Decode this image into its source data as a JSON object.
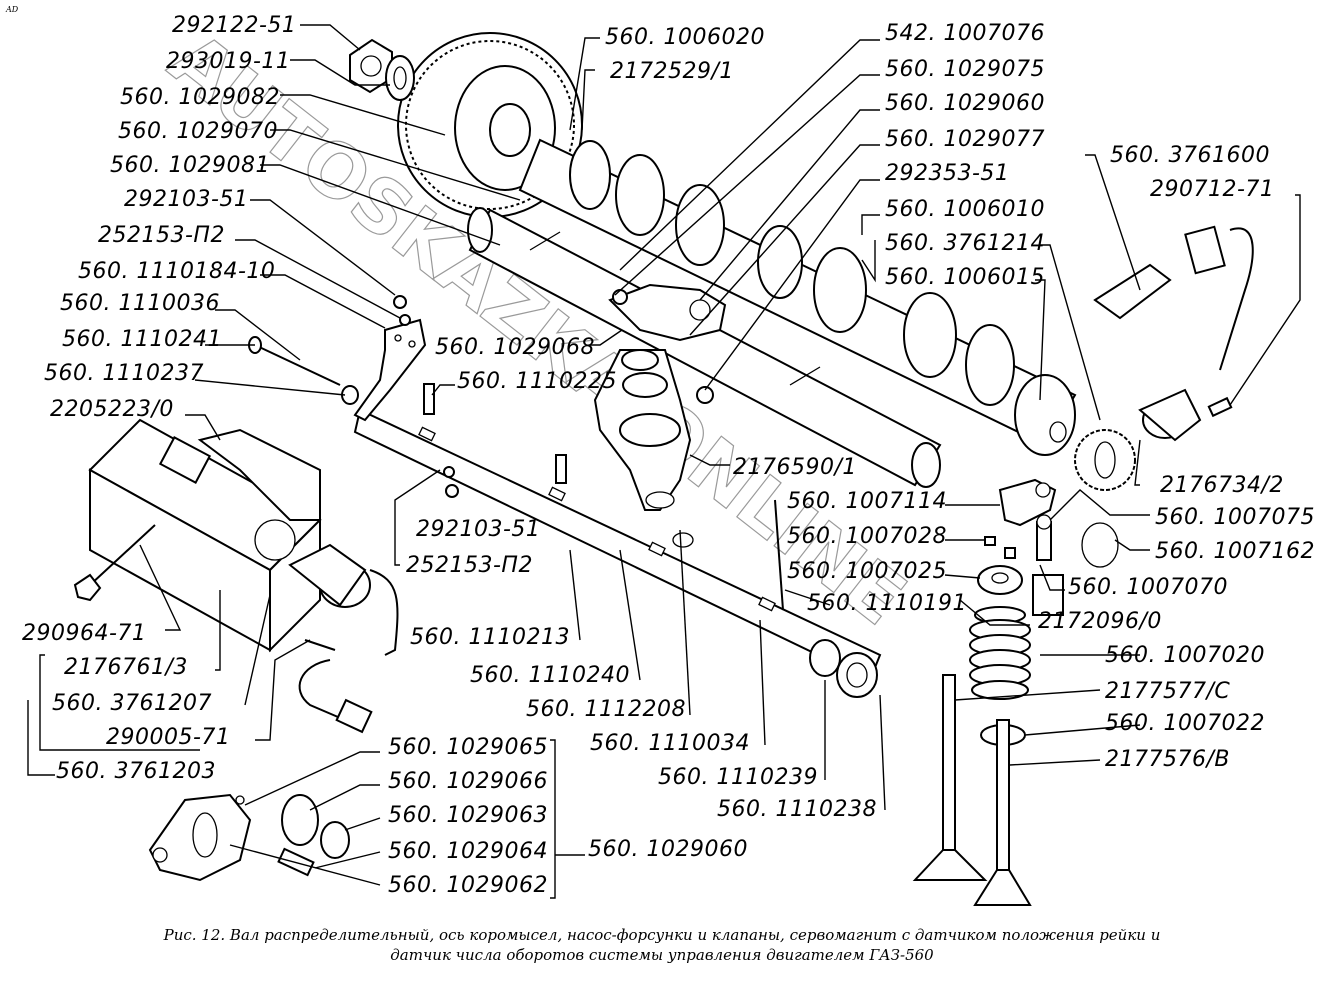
{
  "corner_mark": "AD",
  "watermark": "AUTOSKAZKA.ONLINE",
  "caption": {
    "line1": "Рис. 12. Вал распределительный, ось коромысел, насос-форсунки и клапаны, сервомагнит с датчиком положения рейки и",
    "line2": "датчик числа оборотов системы управления двигателем ГАЗ-560"
  },
  "labels": [
    {
      "id": "l01",
      "text": "292122-51"
    },
    {
      "id": "l02",
      "text": "293019-11"
    },
    {
      "id": "l03",
      "text": "560. 1029082"
    },
    {
      "id": "l04",
      "text": "560. 1029070"
    },
    {
      "id": "l05",
      "text": "560. 1029081"
    },
    {
      "id": "l06",
      "text": "292103-51"
    },
    {
      "id": "l07",
      "text": "252153-П2"
    },
    {
      "id": "l08",
      "text": "560. 1110184-10"
    },
    {
      "id": "l09",
      "text": "560. 1110036"
    },
    {
      "id": "l10",
      "text": "560. 1110241"
    },
    {
      "id": "l11",
      "text": "560. 1110237"
    },
    {
      "id": "l12",
      "text": "2205223/0"
    },
    {
      "id": "l13",
      "text": "560. 1006020"
    },
    {
      "id": "l14",
      "text": "2172529/1"
    },
    {
      "id": "l15",
      "text": "542. 1007076"
    },
    {
      "id": "l16",
      "text": "560. 1029075"
    },
    {
      "id": "l17",
      "text": "560. 1029060"
    },
    {
      "id": "l18",
      "text": "560. 1029077"
    },
    {
      "id": "l19",
      "text": "292353-51"
    },
    {
      "id": "l20",
      "text": "560. 1006010"
    },
    {
      "id": "l21",
      "text": "560. 3761214"
    },
    {
      "id": "l22",
      "text": "560. 1006015"
    },
    {
      "id": "l23",
      "text": "560. 3761600"
    },
    {
      "id": "l24",
      "text": "290712-71"
    },
    {
      "id": "l25",
      "text": "560. 1029068"
    },
    {
      "id": "l26",
      "text": "560. 1110225"
    },
    {
      "id": "l27",
      "text": "2176590/1"
    },
    {
      "id": "l28",
      "text": "2176734/2"
    },
    {
      "id": "l29",
      "text": "560. 1007114"
    },
    {
      "id": "l30",
      "text": "560. 1007075"
    },
    {
      "id": "l31",
      "text": "560. 1007028"
    },
    {
      "id": "l32",
      "text": "560. 1007162"
    },
    {
      "id": "l33",
      "text": "560. 1007025"
    },
    {
      "id": "l34",
      "text": "560. 1007070"
    },
    {
      "id": "l35",
      "text": "560. 1110191"
    },
    {
      "id": "l36",
      "text": "2172096/0"
    },
    {
      "id": "l37",
      "text": "292103-51"
    },
    {
      "id": "l38",
      "text": "252153-П2"
    },
    {
      "id": "l39",
      "text": "560. 1007020"
    },
    {
      "id": "l40",
      "text": "2177577/C"
    },
    {
      "id": "l41",
      "text": "560. 1007022"
    },
    {
      "id": "l42",
      "text": "2177576/B"
    },
    {
      "id": "l43",
      "text": "290964-71"
    },
    {
      "id": "l44",
      "text": "2176761/3"
    },
    {
      "id": "l45",
      "text": "560. 3761207"
    },
    {
      "id": "l46",
      "text": "290005-71"
    },
    {
      "id": "l47",
      "text": "560. 3761203"
    },
    {
      "id": "l48",
      "text": "560. 1110213"
    },
    {
      "id": "l49",
      "text": "560. 1110240"
    },
    {
      "id": "l50",
      "text": "560. 1112208"
    },
    {
      "id": "l51",
      "text": "560. 1110034"
    },
    {
      "id": "l52",
      "text": "560. 1110239"
    },
    {
      "id": "l53",
      "text": "560. 1110238"
    },
    {
      "id": "l54",
      "text": "560. 1029065"
    },
    {
      "id": "l55",
      "text": "560. 1029066"
    },
    {
      "id": "l56",
      "text": "560. 1029063"
    },
    {
      "id": "l57",
      "text": "560. 1029064"
    },
    {
      "id": "l58",
      "text": "560. 1029062"
    },
    {
      "id": "l59",
      "text": "560. 1029060"
    }
  ]
}
